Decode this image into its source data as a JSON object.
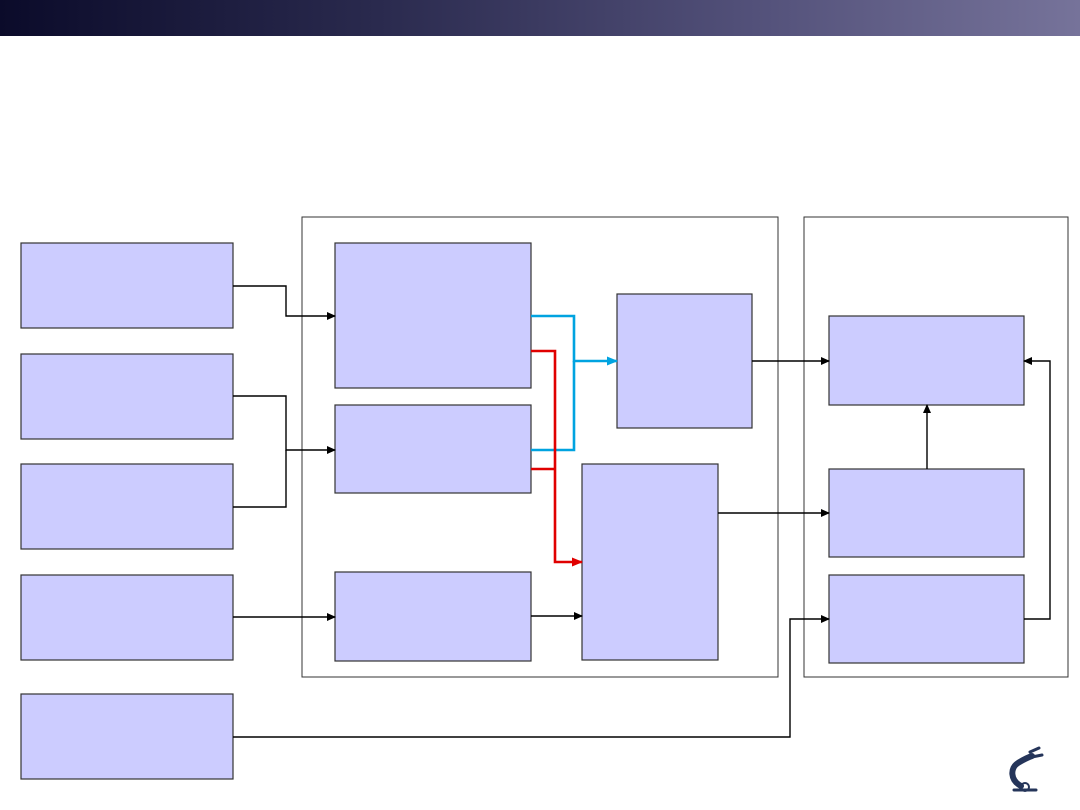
{
  "header": {
    "title": ""
  },
  "colors": {
    "box_fill": "#ccccff",
    "box_stroke": "#333333",
    "arrow_black": "#000000",
    "arrow_blue": "#00a3e0",
    "arrow_red": "#e00000",
    "header_dark": "#0b0b2a",
    "header_light": "#76739a",
    "logo": "#25355a"
  },
  "logo": {
    "icon": "robot-arm-icon"
  },
  "nodes": [
    {
      "id": "input-1",
      "label": ""
    },
    {
      "id": "input-2",
      "label": ""
    },
    {
      "id": "input-3",
      "label": ""
    },
    {
      "id": "input-4",
      "label": ""
    },
    {
      "id": "input-5",
      "label": ""
    },
    {
      "id": "process-1",
      "label": ""
    },
    {
      "id": "process-2",
      "label": ""
    },
    {
      "id": "process-3",
      "label": ""
    },
    {
      "id": "process-4",
      "label": ""
    },
    {
      "id": "process-5",
      "label": ""
    },
    {
      "id": "output-1",
      "label": ""
    },
    {
      "id": "output-2",
      "label": ""
    },
    {
      "id": "output-3",
      "label": ""
    }
  ],
  "groups": [
    {
      "id": "middle-group",
      "label": ""
    },
    {
      "id": "right-group",
      "label": ""
    }
  ],
  "edges": [
    {
      "from": "input-1",
      "to": "process-1",
      "color": "black"
    },
    {
      "from": "input-2",
      "to": "process-2",
      "color": "black"
    },
    {
      "from": "input-3",
      "to": "process-2",
      "color": "black"
    },
    {
      "from": "input-4",
      "to": "process-3",
      "color": "black"
    },
    {
      "from": "input-5",
      "to": "output-3",
      "color": "black"
    },
    {
      "from": "process-1",
      "to": "process-4",
      "color": "blue"
    },
    {
      "from": "process-2",
      "to": "process-4",
      "color": "blue"
    },
    {
      "from": "process-1",
      "to": "process-5",
      "color": "red"
    },
    {
      "from": "process-2",
      "to": "process-5",
      "color": "red"
    },
    {
      "from": "process-3",
      "to": "process-5",
      "color": "black"
    },
    {
      "from": "process-4",
      "to": "output-1",
      "color": "black"
    },
    {
      "from": "process-5",
      "to": "output-2",
      "color": "black"
    },
    {
      "from": "output-2",
      "to": "output-1",
      "color": "black"
    },
    {
      "from": "output-3",
      "to": "output-1",
      "color": "black"
    }
  ]
}
